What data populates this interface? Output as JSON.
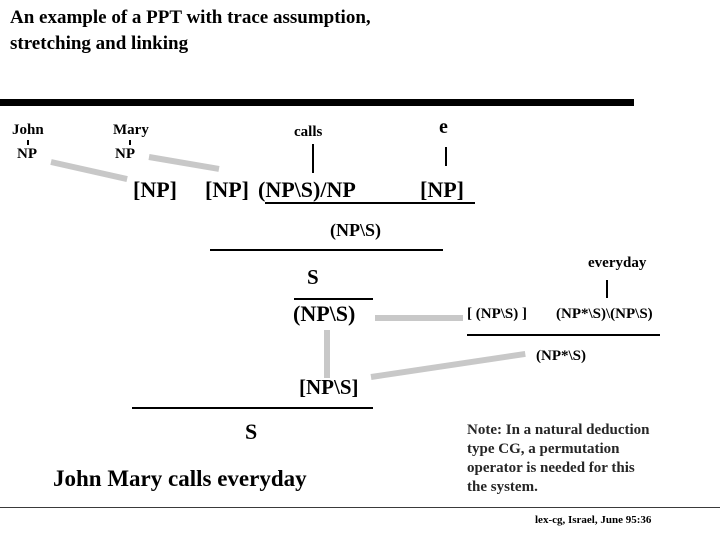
{
  "slide": {
    "title": "An example of a PPT with trace assumption,\nstretching and linking",
    "sentence": "John Mary calls everyday",
    "note": "Note: In a natural deduction\ntype CG, a permutation\noperator is needed for this\nthe system.",
    "footer": "lex-cg, Israel, June 95:36"
  },
  "tree": {
    "words": {
      "john": "John",
      "mary": "Mary",
      "calls": "calls",
      "e": "e",
      "everyday": "everyday"
    },
    "categories": {
      "np_john": "NP",
      "np_mary": "NP",
      "trace_np_1": "[NP]",
      "trace_np_2": "[NP]",
      "verb_cat": "(NP\\S)/NP",
      "trace_np_3": "[NP]",
      "np_s_mid": "(NP\\S)",
      "s_mid": "S",
      "np_s_big": "(NP\\S)",
      "hyp_np_s": "[ (NP\\S) ]",
      "adverb_cat": "(NP*\\S)\\(NP\\S)",
      "np_star_s": "(NP*\\S)",
      "bracket_np_s": "[NP\\S]",
      "s_bottom": "S"
    }
  },
  "colors": {
    "text": "#000000",
    "note_text": "#262626",
    "link_gray": "#c8c8c8",
    "top_bar": "#000000"
  }
}
